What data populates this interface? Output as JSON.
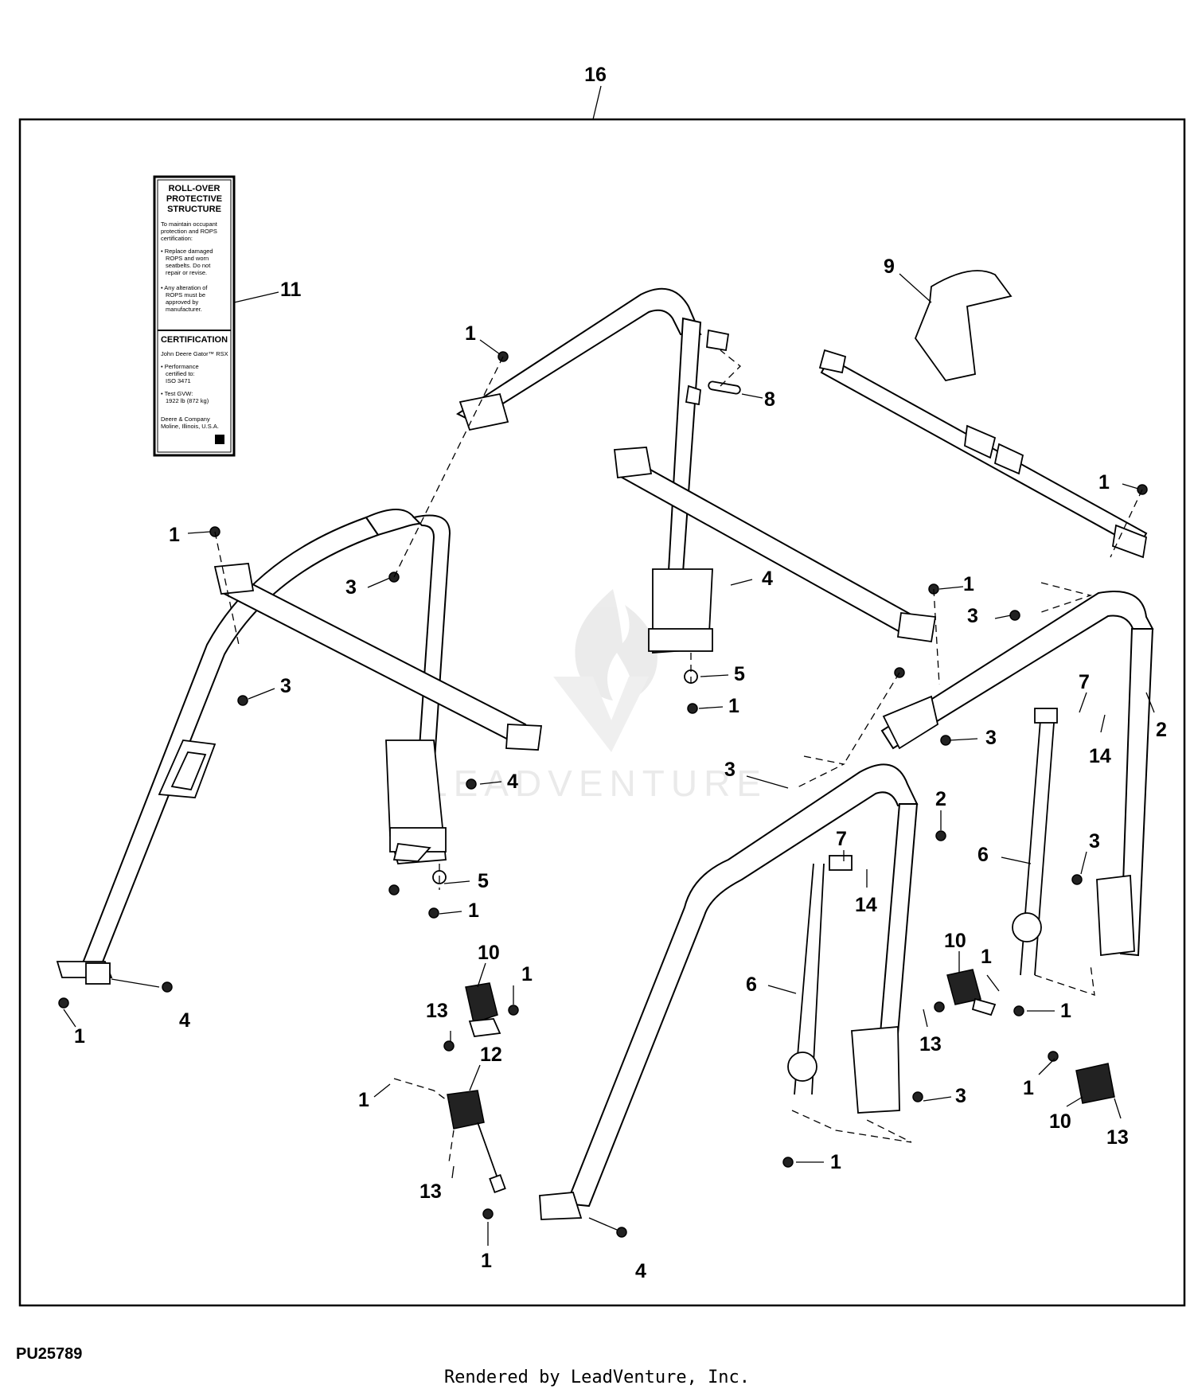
{
  "assembly_callout": "16",
  "figure_id": "PU25789",
  "render_credit": "Rendered by LeadVenture, Inc.",
  "watermark_text": "LEADVENTURE",
  "decal": {
    "heading": [
      "ROLL-OVER",
      "PROTECTIVE",
      "STRUCTURE"
    ],
    "intro": [
      "To maintain occupant",
      "protection and ROPS",
      "certification:"
    ],
    "bullet1": [
      "• Replace damaged",
      "ROPS and worn",
      "seatbelts. Do not",
      "repair or revise."
    ],
    "bullet2": [
      "• Any alteration of",
      "ROPS must be",
      "approved by",
      "manufacturer."
    ],
    "cert_heading": "CERTIFICATION",
    "cert_model": "John Deere Gator™ RSX",
    "cert_bullet1": [
      "• Performance",
      "certified to:",
      "ISO 3471"
    ],
    "cert_bullet2": [
      "• Test GVW:",
      "1922 lb (872 kg)"
    ],
    "maker": [
      "Deere & Company",
      "Moline, Illinois, U.S.A."
    ]
  },
  "callouts": [
    {
      "id": "c11",
      "label": "11"
    },
    {
      "id": "c9",
      "label": "9"
    },
    {
      "id": "c1a",
      "label": "1"
    },
    {
      "id": "c8",
      "label": "8"
    },
    {
      "id": "c1b",
      "label": "1"
    },
    {
      "id": "c1c",
      "label": "1"
    },
    {
      "id": "c3a",
      "label": "3"
    },
    {
      "id": "c4a",
      "label": "4"
    },
    {
      "id": "c1d",
      "label": "1"
    },
    {
      "id": "c3b",
      "label": "3"
    },
    {
      "id": "c3c",
      "label": "3"
    },
    {
      "id": "c5a",
      "label": "5"
    },
    {
      "id": "c1e",
      "label": "1"
    },
    {
      "id": "c7a",
      "label": "7"
    },
    {
      "id": "c2a",
      "label": "2"
    },
    {
      "id": "c14a",
      "label": "14"
    },
    {
      "id": "c3d",
      "label": "3"
    },
    {
      "id": "c3e",
      "label": "3"
    },
    {
      "id": "c4b",
      "label": "4"
    },
    {
      "id": "c2b",
      "label": "2"
    },
    {
      "id": "c7b",
      "label": "7"
    },
    {
      "id": "c3f",
      "label": "3"
    },
    {
      "id": "c6a",
      "label": "6"
    },
    {
      "id": "c5b",
      "label": "5"
    },
    {
      "id": "c14b",
      "label": "14"
    },
    {
      "id": "c1f",
      "label": "1"
    },
    {
      "id": "c10a",
      "label": "10"
    },
    {
      "id": "c1g",
      "label": "1"
    },
    {
      "id": "c10b",
      "label": "10"
    },
    {
      "id": "c1h",
      "label": "1"
    },
    {
      "id": "c6b",
      "label": "6"
    },
    {
      "id": "c1i",
      "label": "1"
    },
    {
      "id": "c4c",
      "label": "4"
    },
    {
      "id": "c13a",
      "label": "13"
    },
    {
      "id": "c13b",
      "label": "13"
    },
    {
      "id": "c1j",
      "label": "1"
    },
    {
      "id": "c12",
      "label": "12"
    },
    {
      "id": "c1k",
      "label": "1"
    },
    {
      "id": "c3g",
      "label": "3"
    },
    {
      "id": "c1l",
      "label": "1"
    },
    {
      "id": "c10c",
      "label": "10"
    },
    {
      "id": "c13c",
      "label": "13"
    },
    {
      "id": "c1m",
      "label": "1"
    },
    {
      "id": "c13d",
      "label": "13"
    },
    {
      "id": "c1n",
      "label": "1"
    },
    {
      "id": "c4d",
      "label": "4"
    }
  ]
}
